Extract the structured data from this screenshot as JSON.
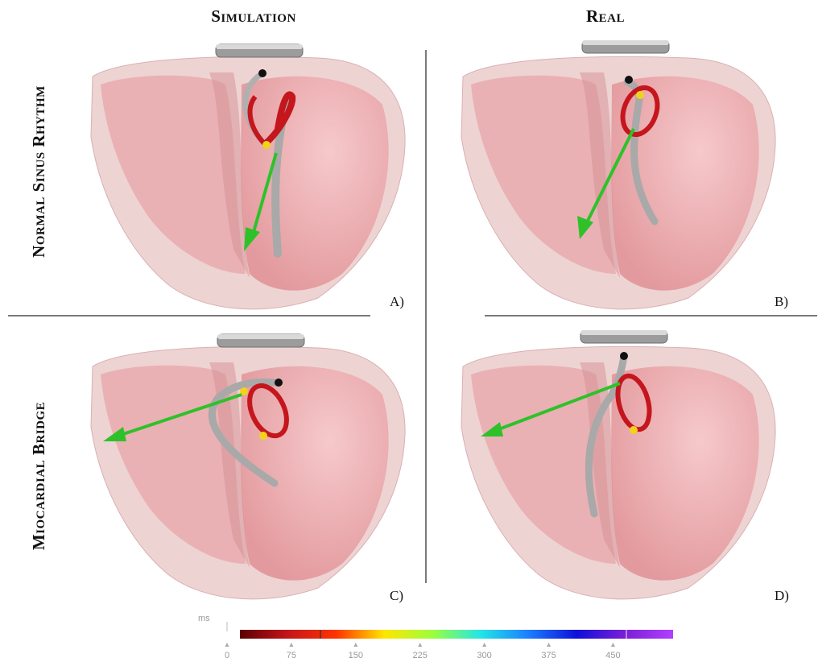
{
  "headers": {
    "col_simulation": "Simulation",
    "col_real": "Real",
    "row_normal": "Normal Sinus Rhythm",
    "row_bridge": "Miocardial Bridge"
  },
  "panels": {
    "a": "A)",
    "b": "B)",
    "c": "C)",
    "d": "D)"
  },
  "colors": {
    "tissue_outer": "#e8c4c4",
    "tissue_inner": "#eaa5a8",
    "catheter_gray": "#a9a9a9",
    "loop_red": "#c4161c",
    "marker_yellow": "#f2d21b",
    "arrow_green": "#2fc12a"
  },
  "colorbar": {
    "unit": "ms",
    "ticks": [
      "0",
      "75",
      "150",
      "225",
      "300",
      "375",
      "450"
    ],
    "tick_values": [
      0,
      75,
      150,
      225,
      300,
      375,
      450
    ],
    "range": [
      0,
      520
    ],
    "gradient": [
      "#5a0000",
      "#c4161c",
      "#ff3300",
      "#ffe600",
      "#9cff3c",
      "#22e6e6",
      "#1c7dff",
      "#1010d8",
      "#7a1fd8",
      "#b040ff"
    ]
  }
}
